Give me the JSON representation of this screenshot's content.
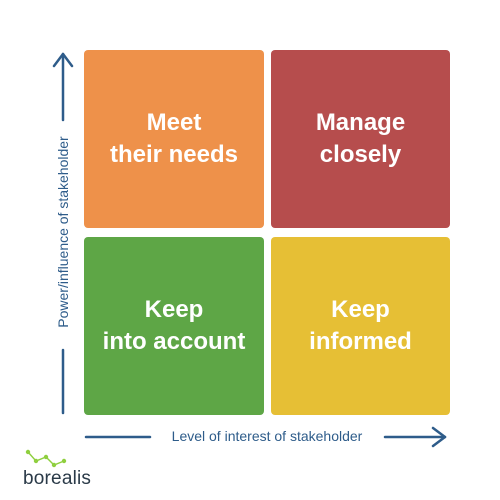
{
  "quadrants": {
    "top_left": {
      "label": "Meet\ntheir needs",
      "color": "#ee914a"
    },
    "top_right": {
      "label": "Manage\nclosely",
      "color": "#b64d4d"
    },
    "bottom_left": {
      "label": "Keep\ninto account",
      "color": "#5ea646"
    },
    "bottom_right": {
      "label": "Keep\ninformed",
      "color": "#e6bf35"
    }
  },
  "axes": {
    "x_label": "Level of interest of stakeholder",
    "y_label": "Power/influence of stakeholder",
    "color": "#2e5c8a"
  },
  "brand": {
    "name": "borealis",
    "logo_color": "#8fcf3f"
  }
}
